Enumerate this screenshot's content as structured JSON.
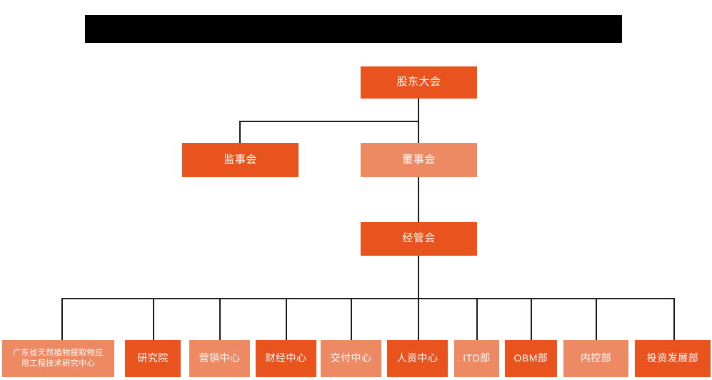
{
  "page": {
    "title_bar": {
      "name": "redacted-title-bar",
      "text": "",
      "color": "#000000"
    },
    "background_color": "#ffffff"
  },
  "palette": {
    "dark_orange": "#e8531e",
    "light_salmon": "#ee8a63",
    "connector": "#1a1a1a",
    "text": "#ffffff"
  },
  "org_chart": {
    "levels": [
      {
        "name": "level-1",
        "nodes": [
          {
            "id": "shareholders-meeting",
            "label": "股东大会",
            "tone": "dark"
          }
        ]
      },
      {
        "name": "level-2",
        "nodes": [
          {
            "id": "board-of-supervisors",
            "label": "监事会",
            "tone": "dark"
          },
          {
            "id": "board-of-directors",
            "label": "董事会",
            "tone": "light"
          }
        ]
      },
      {
        "name": "level-3",
        "nodes": [
          {
            "id": "management-committee",
            "label": "经管会",
            "tone": "dark"
          }
        ]
      },
      {
        "name": "level-4",
        "nodes": [
          {
            "id": "guangdong-research-center",
            "label": "广东省天然植物提取物应\n用工程技术研究中心",
            "tone": "light"
          },
          {
            "id": "research-institute",
            "label": "研究院",
            "tone": "dark"
          },
          {
            "id": "marketing-center",
            "label": "营销中心",
            "tone": "light"
          },
          {
            "id": "finance-center",
            "label": "财经中心",
            "tone": "dark"
          },
          {
            "id": "delivery-center",
            "label": "交付中心",
            "tone": "light"
          },
          {
            "id": "hr-center",
            "label": "人资中心",
            "tone": "dark"
          },
          {
            "id": "itd-department",
            "label": "ITD部",
            "tone": "light"
          },
          {
            "id": "obm-department",
            "label": "OBM部",
            "tone": "dark"
          },
          {
            "id": "internal-control-department",
            "label": "内控部",
            "tone": "light"
          },
          {
            "id": "investment-development-department",
            "label": "投资发展部",
            "tone": "dark"
          }
        ]
      }
    ]
  }
}
